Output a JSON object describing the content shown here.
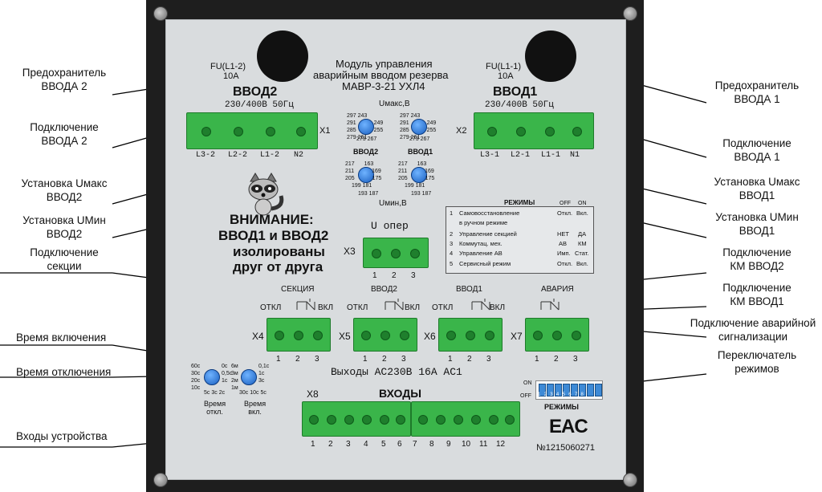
{
  "callouts_left": [
    "Предохранитель\nВВОДА 2",
    "Подключение\nВВОДА 2",
    "Установка Uмакс\nВВОД2",
    "Установка UМин\nВВОД2",
    "Подключение\nсекции",
    "Время включения",
    "Время отключения",
    "Входы устройства"
  ],
  "callouts_right": [
    "Предохранитель\nВВОДА 1",
    "Подключение\nВВОДА 1",
    "Установка Uмакс\nВВОД1",
    "Установка UМин\nВВОД1",
    "Подключение\nКМ ВВОД2",
    "Подключение\nКМ ВВОД1",
    "Подключение аварийной\nсигнализации",
    "Переключатель\nрежимов"
  ],
  "panel": {
    "title_line1": "Модуль управления",
    "title_line2": "аварийным вводом резерва",
    "title_line3": "МАВР-3-21 УХЛ4",
    "fu2_label": "FU(L1-2)",
    "fu2_rating": "10А",
    "fu1_label": "FU(L1-1)",
    "fu1_rating": "10А",
    "vvod2": "ВВОД2",
    "vvod1": "ВВОД1",
    "vvod_spec": "230/400В 50Гц",
    "x1": "X1",
    "x2": "X2",
    "x1_pins": [
      "L3-2",
      "L2-2",
      "L1-2",
      "N2"
    ],
    "x2_pins": [
      "L3-1",
      "L2-1",
      "L1-1",
      "N1"
    ],
    "umax_label": "Uмакс,В",
    "umin_label": "Uмин,В",
    "dial_vvod2": "ВВОД2",
    "dial_vvod1": "ВВОД1",
    "umax_scale": [
      "297",
      "291",
      "285",
      "279",
      "273",
      "267",
      "261",
      "255",
      "249",
      "243"
    ],
    "umin_scale": [
      "217",
      "211",
      "205",
      "199",
      "193",
      "187",
      "181",
      "175",
      "169",
      "163"
    ],
    "warning": [
      "ВНИМАНИЕ:",
      "ВВОД1 и ВВОД2",
      "изолированы",
      "друг от друга"
    ],
    "u_oper": "U опер",
    "x3": "X3",
    "x3_pins": [
      "1",
      "2",
      "3"
    ],
    "modes_header": "РЕЖИМЫ",
    "modes_off": "OFF",
    "modes_on": "ON",
    "modes": [
      {
        "n": "1",
        "name": "Самовосстановление",
        "off": "Откл.",
        "on": "Вкл."
      },
      {
        "n": "",
        "name": "в ручном режиме",
        "off": "",
        "on": ""
      },
      {
        "n": "2",
        "name": "Управление секцией",
        "off": "НЕТ",
        "on": "ДА"
      },
      {
        "n": "3",
        "name": "Коммутац. мех.",
        "off": "АВ",
        "on": "КМ"
      },
      {
        "n": "4",
        "name": "Управление АВ",
        "off": "Имп.",
        "on": "Стат."
      },
      {
        "n": "5",
        "name": "Сервисный режим",
        "off": "Откл.",
        "on": "Вкл."
      }
    ],
    "sekciya": "СЕКЦИЯ",
    "kvvod2": "ВВОД2",
    "kvvod1": "ВВОД1",
    "avariya": "АВАРИЯ",
    "otkl": "ОТКЛ",
    "vkl": "ВКЛ",
    "x4": "X4",
    "x5": "X5",
    "x6": "X6",
    "x7": "X7",
    "out_pins": [
      "1",
      "2",
      "3"
    ],
    "outputs_label": "Выходы АС230В 16А АС1",
    "time_on_label": "Время\nвкл.",
    "time_off_label": "Время\nоткл.",
    "time_off_scale": [
      "60с",
      "30с",
      "20с",
      "10с",
      "5с",
      "3с",
      "2с",
      "1с",
      "0,5с",
      "0с"
    ],
    "time_on_scale": [
      "6м",
      "3м",
      "2м",
      "1м",
      "30с",
      "10с",
      "5с",
      "3с",
      "1с",
      "0,1с"
    ],
    "x8": "X8",
    "inputs_label": "ВХОДЫ",
    "x8_pins": [
      "1",
      "2",
      "3",
      "4",
      "5",
      "6",
      "7",
      "8",
      "9",
      "10",
      "11",
      "12"
    ],
    "dip_on": "ON",
    "dip_off": "OFF",
    "dip_numbers": [
      "1",
      "2",
      "3",
      "4",
      "5",
      "6",
      "7",
      "8"
    ],
    "rezhimy": "РЕЖИМЫ",
    "eac": "EAC",
    "serial": "№1215060271"
  },
  "colors": {
    "terminal_green": "#3ab54a",
    "dial_blue": "#1a5fc0",
    "panel_face": "#d9dcde",
    "panel_frame": "#1e1e1e"
  }
}
